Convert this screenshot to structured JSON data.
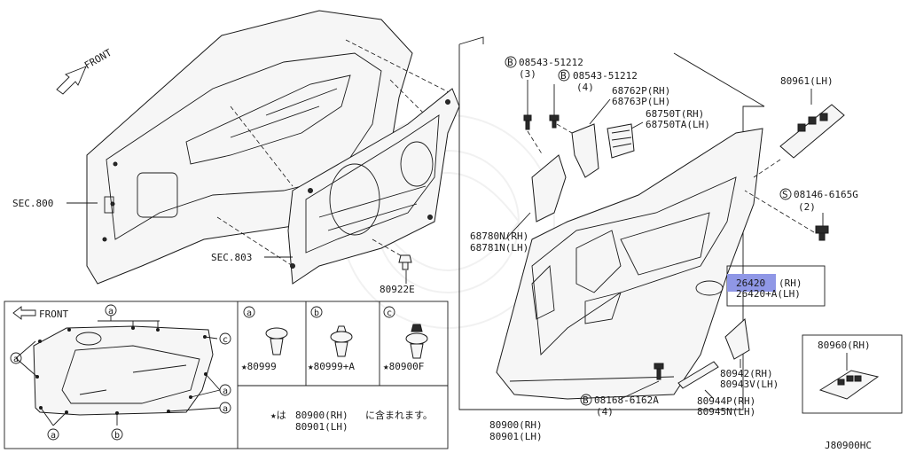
{
  "diagram": {
    "front_top": "FRONT",
    "front_inset": "FRONT",
    "code": "J80900HC",
    "sec_800": "SEC.800",
    "sec_803": "SEC.803",
    "parts": {
      "p80922e": "80922E",
      "b08543_a": "08543-51212",
      "b08543_a_qty": "(3)",
      "b08543_b": "08543-51212",
      "b08543_b_qty": "(4)",
      "p68762": "68762P(RH)",
      "p68763": "68763P(LH)",
      "p68750t": "68750T(RH)",
      "p68750ta": "68750TA(LH)",
      "p68780n": "68780N(RH)",
      "p68781n": "68781N(LH)",
      "p80961": "80961(LH)",
      "s08146": "08146-6165G",
      "s08146_qty": "(2)",
      "p26420_hl": "26420",
      "p26420_rh_suffix": "(RH)",
      "p26420a": "26420+A(LH)",
      "p80960": "80960(RH)",
      "p80942": "80942(RH)",
      "p80943": "80943V(LH)",
      "p80944": "80944P(RH)",
      "p80945": "80945N(LH)",
      "b08168": "08168-6162A",
      "b08168_qty": "(4)",
      "p80900": "80900(RH)",
      "p80901": "80901(LH)"
    },
    "badges": {
      "b": "B",
      "s": "S"
    },
    "inset": {
      "col_a": "a",
      "col_b": "b",
      "col_c": "c",
      "clip_a": "★80999",
      "clip_b": "★80999+A",
      "clip_c": "★80900F",
      "note_prefix": "★は",
      "note_rh": "80900(RH)",
      "note_lh": "80901(LH)",
      "note_suffix": "に含まれます。"
    }
  }
}
